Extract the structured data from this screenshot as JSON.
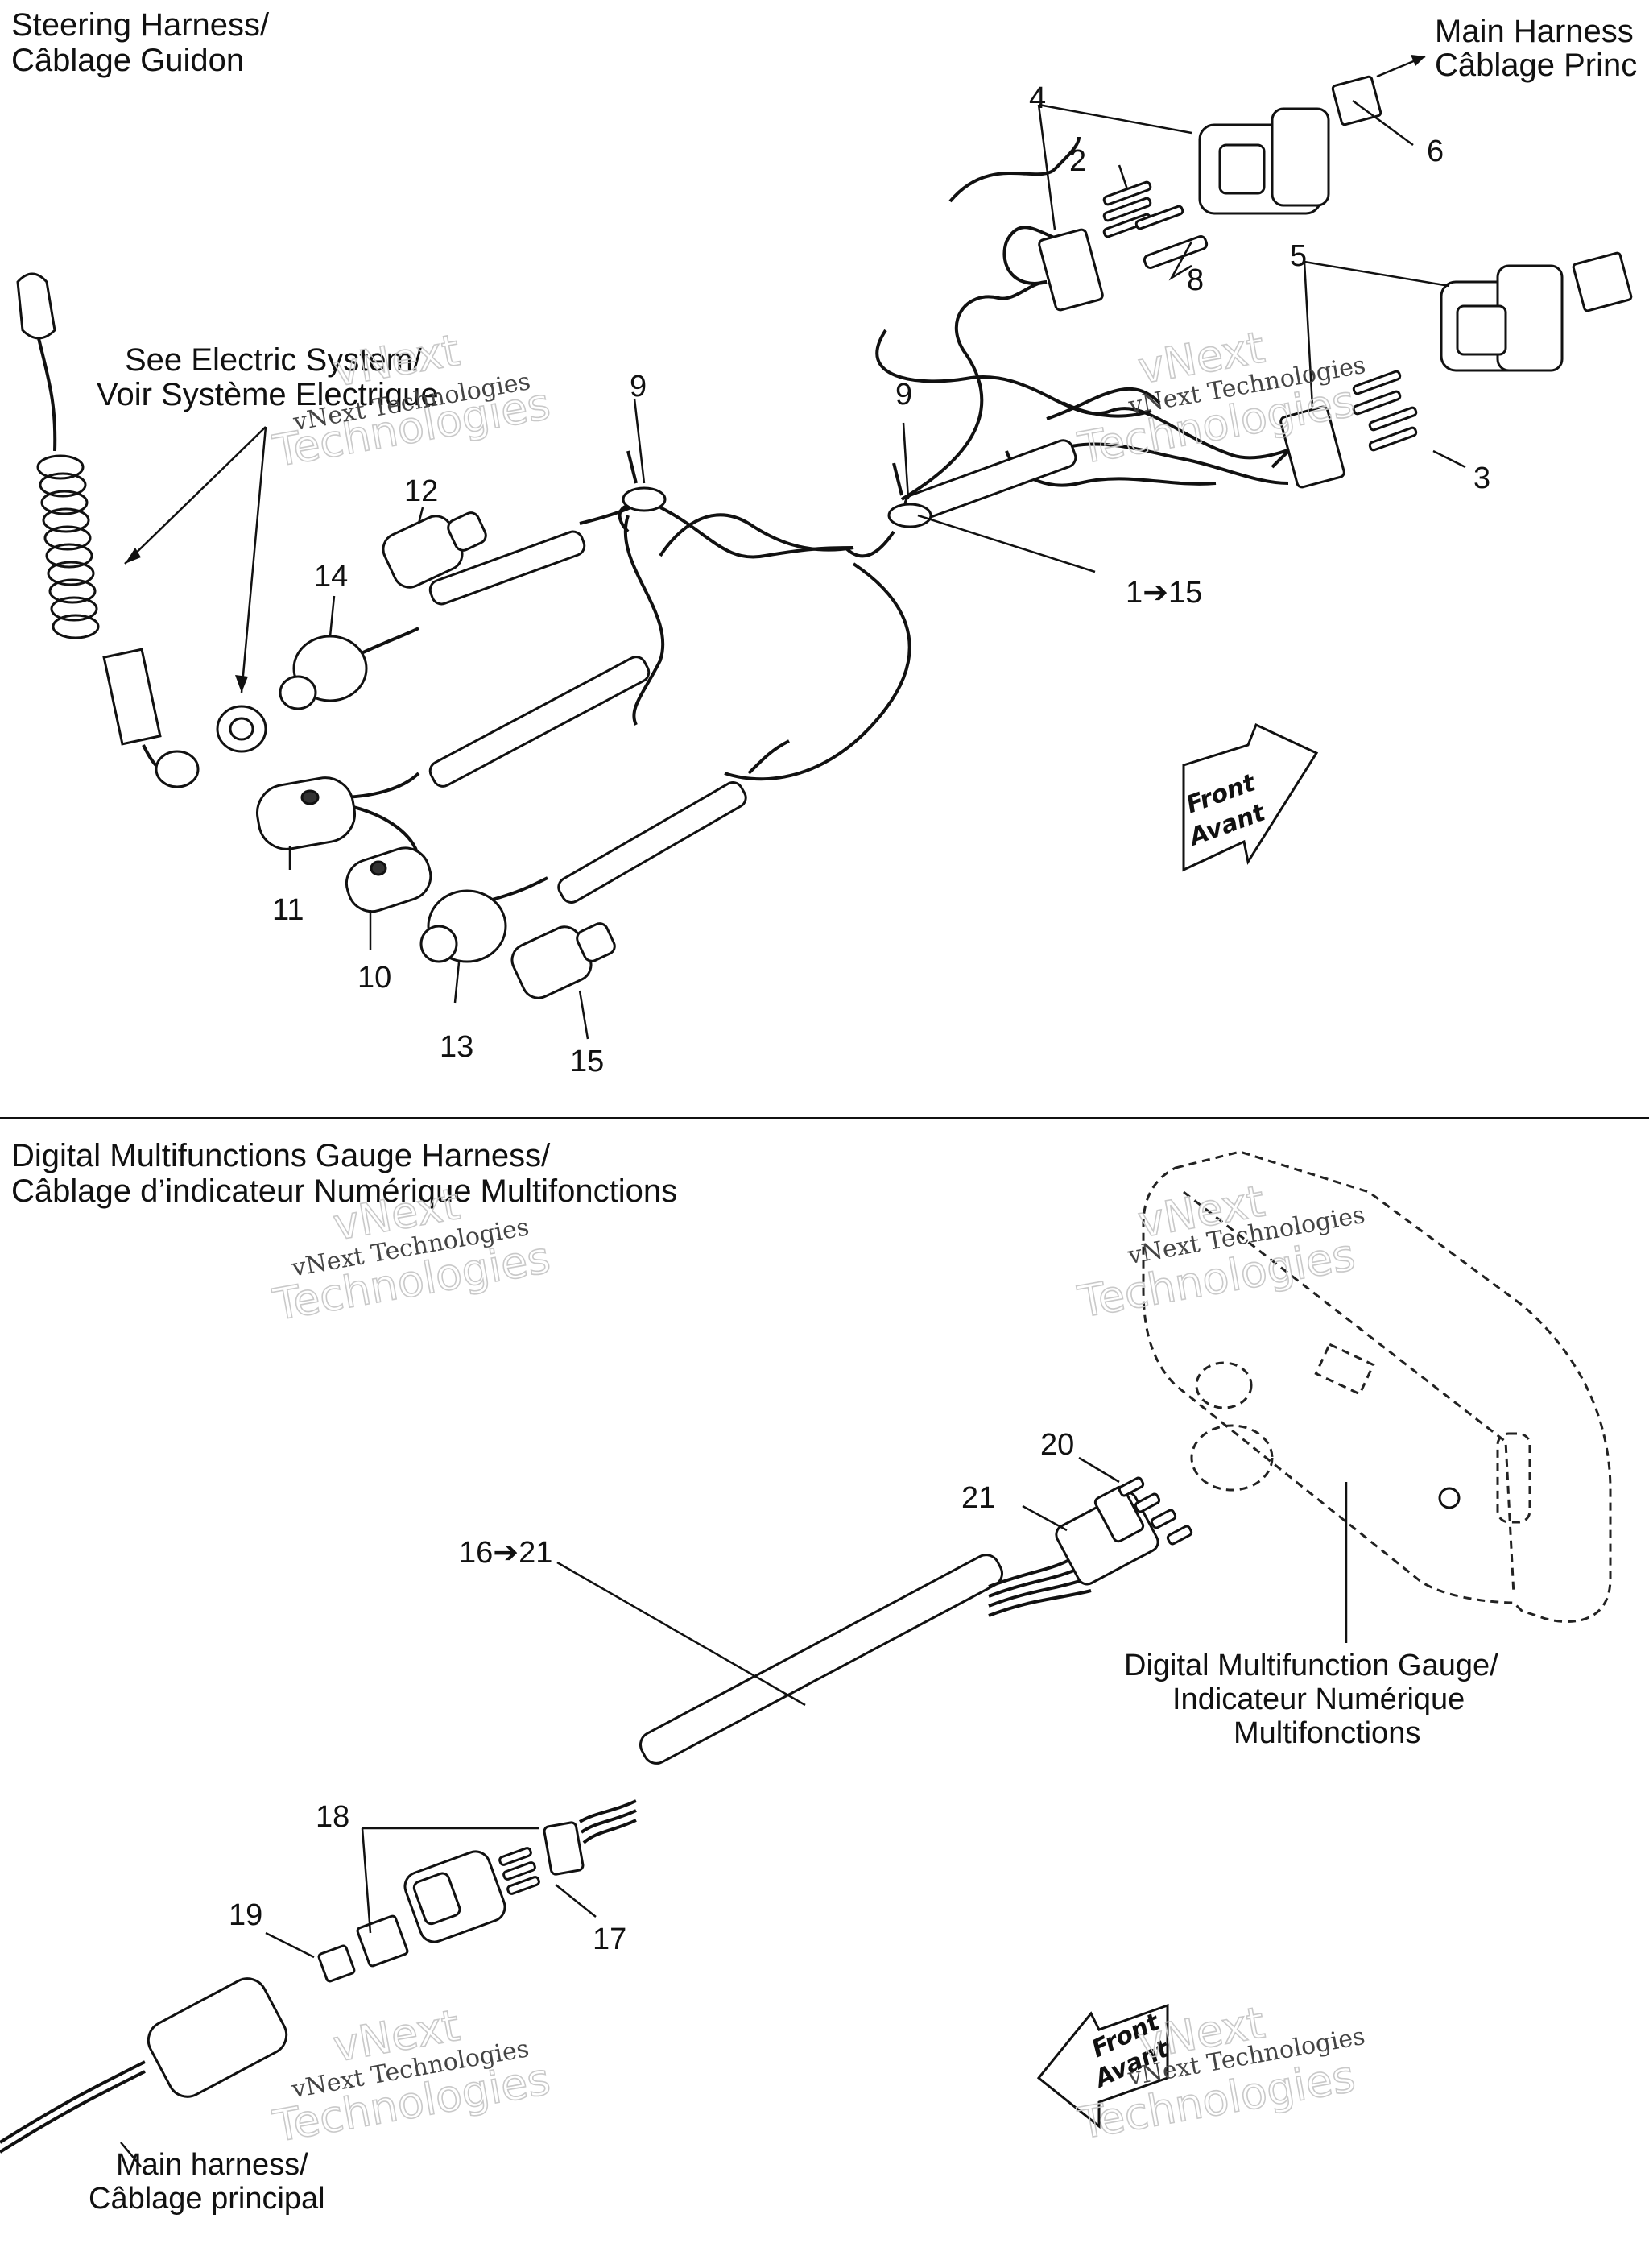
{
  "sections": {
    "steering": {
      "title_line1": "Steering Harness/",
      "title_line2": "Câblage Guidon",
      "main_harness_ref_line1": "Main Harness",
      "main_harness_ref_line2": "Câblage Princ",
      "see_electric_line1": "See Electric System/",
      "see_electric_line2": "Voir Système Electrique"
    },
    "gauge": {
      "title_line1": "Digital Multifunctions Gauge Harness/",
      "title_line2": "Câblage d’indicateur Numérique Multifonctions",
      "gauge_label_line1": "Digital Multifunction Gauge/",
      "gauge_label_line2": "Indicateur Numérique",
      "gauge_label_line3": "Multifonctions",
      "main_harness_line1": "Main harness/",
      "main_harness_line2": "Câblage principal"
    }
  },
  "callouts": {
    "c1_15": "1➔15",
    "c2": "2",
    "c3": "3",
    "c4": "4",
    "c5": "5",
    "c6": "6",
    "c8": "8",
    "c9a": "9",
    "c9b": "9",
    "c10": "10",
    "c11": "11",
    "c12": "12",
    "c13": "13",
    "c14": "14",
    "c15": "15",
    "c16_21": "16➔21",
    "c17": "17",
    "c18": "18",
    "c19": "19",
    "c20": "20",
    "c21": "21"
  },
  "direction_arrows": {
    "top_line1": "Front",
    "top_line2": "Avant",
    "bottom_line1": "Front",
    "bottom_line2": "Avant"
  },
  "watermark": {
    "line1": "vNext Technologies",
    "outline1": "vNext",
    "outline2": "Technologies"
  }
}
